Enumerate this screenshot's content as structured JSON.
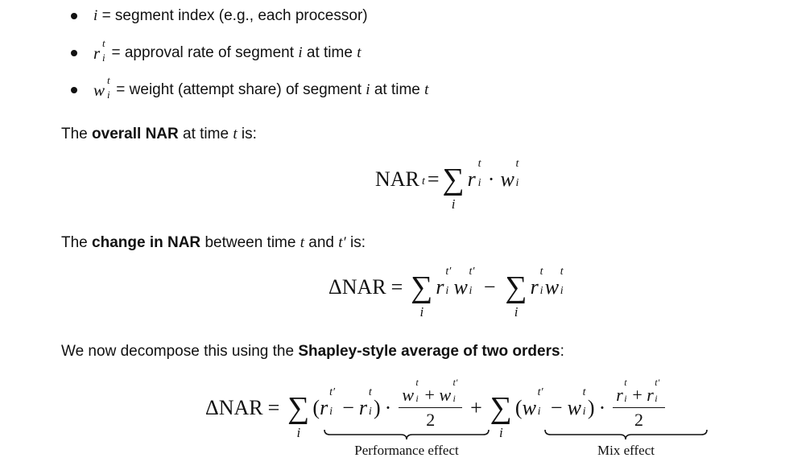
{
  "bullets": [
    {
      "symbol": "i",
      "text": "= segment index (e.g., each processor)"
    },
    {
      "symbol": "r",
      "sup": "t",
      "sub": "i",
      "text_a": "= approval rate of segment",
      "v1": "i",
      "text_b": "at time",
      "v2": "t"
    },
    {
      "symbol": "w",
      "sup": "t",
      "sub": "i",
      "text_a": "= weight (attempt share) of segment",
      "v1": "i",
      "text_b": "at time",
      "v2": "t"
    }
  ],
  "para1": {
    "pre": "The",
    "bold": "overall NAR",
    "post_a": "at time",
    "var": "t",
    "post_b": "is:"
  },
  "para2": {
    "pre": "The",
    "bold": "change in NAR",
    "post_a": "between time",
    "v1": "t",
    "mid": "and",
    "v2": "t′",
    "post_b": "is:"
  },
  "para3": {
    "pre": "We now decompose this using the",
    "bold": "Shapley-style average of two orders",
    "post": ":"
  },
  "eq1": {
    "lhs": "NAR",
    "lhs_sub": "t",
    "eq": "=",
    "sum_index": "i",
    "r": "r",
    "w": "w",
    "sup": "t",
    "sub": "i",
    "dot": "·"
  },
  "eq2": {
    "lhs": "ΔNAR",
    "eq": "=",
    "sum_index": "i",
    "minus": "−",
    "sup_prime": "t′",
    "sup": "t",
    "sub": "i"
  },
  "eq3": {
    "lhs": "ΔNAR",
    "eq": "=",
    "sum_index": "i",
    "plus": "+",
    "minus": "−",
    "dot": "·",
    "sup_prime": "t′",
    "sup": "t",
    "sub": "i",
    "den": "2",
    "plus_in": "+",
    "label_performance": "Performance effect",
    "label_mix": "Mix effect"
  }
}
